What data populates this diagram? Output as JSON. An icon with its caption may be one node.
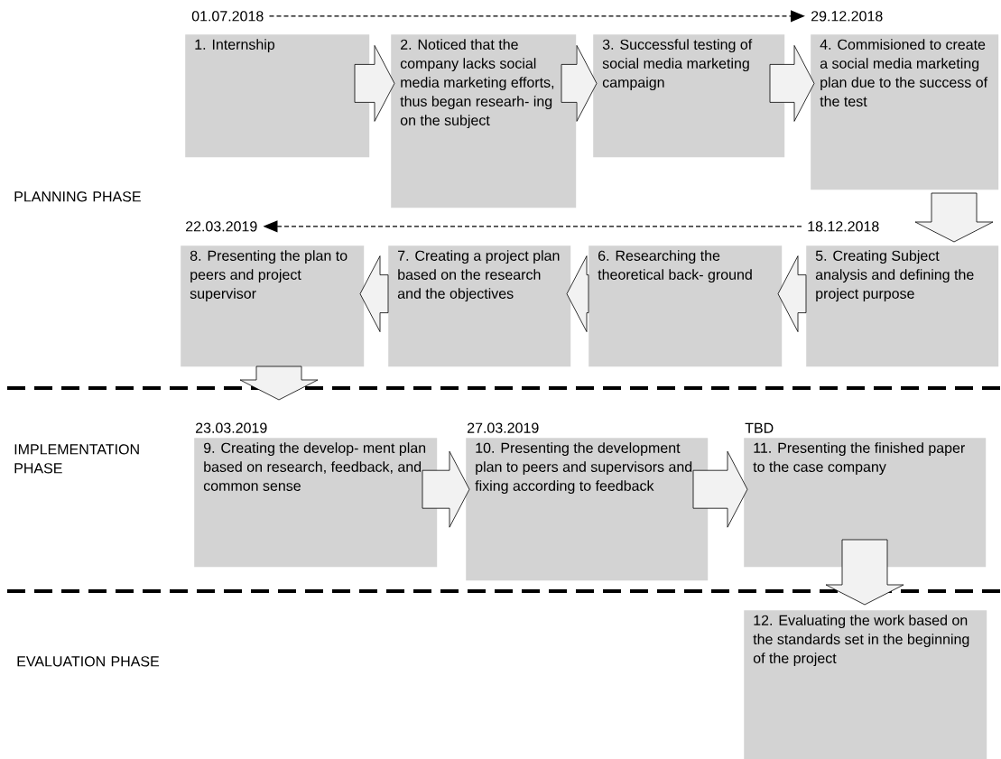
{
  "diagram": {
    "nodes": [
      {
        "text": [
          "01.07.2018"
        ]
      },
      {
        "text": [
          "29.12.2018"
        ]
      },
      {
        "text": [
          "1. Internship"
        ]
      },
      {
        "text": [
          "2. Noticed that the company lacks social media marketing efforts, thus began researh- ing on the subject"
        ]
      },
      {
        "text": [
          "3. Successful testing of social media marketing campaign"
        ]
      },
      {
        "text": [
          "4. Commisioned to create a social media marketing plan due to the success of the test"
        ]
      },
      {
        "text": [
          "22.03.2019"
        ]
      },
      {
        "text": [
          "18.12.2018"
        ]
      },
      {
        "text": [
          "8. Presenting the plan to peers and project supervisor"
        ]
      },
      {
        "text": [
          "7. Creating a project plan based on the research and the objectives"
        ]
      },
      {
        "text": [
          "6. Researching the theoretical back- ground"
        ]
      },
      {
        "text": [
          "5. Creating Subject analysis and defining the project purpose"
        ]
      },
      {
        "text": [
          "9. Creating the develop- ment plan based on research, feedback, and common sense"
        ],
        "beside": [
          "23.03.2019"
        ]
      },
      {
        "text": [
          "10. Presenting the development plan to peers and supervisors and fixing according to feedback"
        ],
        "beside": [
          "27.03.2019"
        ]
      },
      {
        "text": [
          "11. Presenting the finished paper to the case company"
        ],
        "beside": [
          "TBD"
        ]
      },
      {
        "text": [
          "12. Evaluating the work based on the standards set in the beginning of the project"
        ]
      }
    ],
    "edges": [
      {
        "from": 0,
        "to": 1,
        "arrow": "to",
        "style": "dashed"
      },
      {
        "from": 7,
        "to": 6,
        "arrow": "to",
        "style": "dashed"
      },
      {
        "from": 2,
        "to": 3,
        "arrow": "to"
      },
      {
        "from": 3,
        "to": 4,
        "arrow": "to"
      },
      {
        "from": 4,
        "to": 5,
        "arrow": "to"
      },
      {
        "from": 5,
        "to": 11,
        "arrow": "to"
      },
      {
        "from": 11,
        "to": 10,
        "arrow": "to"
      },
      {
        "from": 10,
        "to": 9,
        "arrow": "to"
      },
      {
        "from": 9,
        "to": 8,
        "arrow": "to"
      },
      {
        "from": 8,
        "to": 12,
        "arrow": "to"
      },
      {
        "from": 12,
        "to": 13,
        "arrow": "to"
      },
      {
        "from": 13,
        "to": 14,
        "arrow": "to"
      },
      {
        "from": 14,
        "to": 15,
        "arrow": "to"
      }
    ],
    "labels": [
      "PLANNING PHASE",
      "IMPLEMENTATION PHASE",
      "EVALUATION PHASE"
    ]
  }
}
